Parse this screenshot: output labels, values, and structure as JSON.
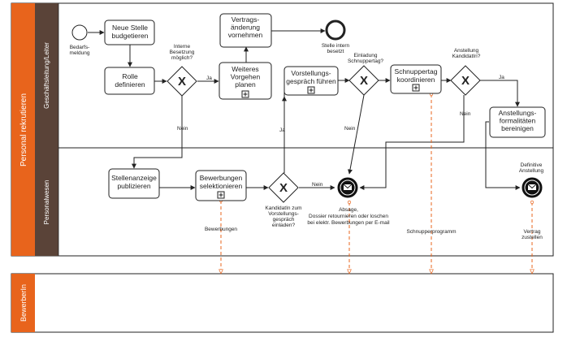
{
  "pool": {
    "title": "Personal rekrutieren",
    "lanes": [
      "Geschäftsleitung/Leiter",
      "Personalwesen"
    ]
  },
  "pool2": {
    "title": "BewerberIn"
  },
  "colors": {
    "pool_header": "#e8641c",
    "lane_header": "#5a4338",
    "stroke": "#222222",
    "message_flow": "#e8641c"
  },
  "nodes": {
    "start_label": [
      "Bedarfs-",
      "meldung"
    ],
    "t_neue_stelle": [
      "Neue Stelle",
      "budgetieren"
    ],
    "t_rolle": [
      "Rolle",
      "definieren"
    ],
    "gw1_label": [
      "Interne",
      "Besetzung",
      "möglich?"
    ],
    "t_weiteres": [
      "Weiteres",
      "Vorgehen",
      "planen"
    ],
    "t_vertrag": [
      "Vertrags-",
      "änderung",
      "vornehmen"
    ],
    "end_intern_label": [
      "Stelle intern",
      "besetzt"
    ],
    "t_vorstellung": [
      "Vorstellungs-",
      "gespräch führen"
    ],
    "gw2_label": [
      "Einladung",
      "Schnuppertag?"
    ],
    "t_schnuppertag": [
      "Schnuppertag",
      "koordinieren"
    ],
    "gw3_label": [
      "Anstellung",
      "KandidatIn?"
    ],
    "t_formalitaeten": [
      "Anstellungs-",
      "formalitäten",
      "bereinigen"
    ],
    "t_stellenanzeige": [
      "Stellenanzeige",
      "publizieren"
    ],
    "t_bewerbungen": [
      "Bewerbungen",
      "selektionieren"
    ],
    "gw4_label": [
      "KandidatIn zum",
      "Vorstellungs-",
      "gespräch",
      "einladen?"
    ],
    "end_absage_label": [
      "Absage,",
      "Dossier retournieren oder loschen",
      "bei elektr. Bewerbungen per E-mail"
    ],
    "end_definitiv_label": [
      "Definitive",
      "Anstellung"
    ]
  },
  "flow_labels": {
    "ja_gw1": "Ja",
    "nein_gw1": "Nein",
    "ja_gw4": "Ja",
    "nein_gw4": "Nein",
    "nein_gw2": "Nein",
    "ja_gw3": "Ja",
    "nein_gw3": "Nein"
  },
  "message_labels": {
    "bewerbungen": "Bewerbungen",
    "schnupperprogramm": "Schnupperprogramm",
    "vertrag": [
      "Vertrag",
      "zustellen"
    ]
  },
  "icons": {
    "gateway": "exclusive-gateway-x",
    "subprocess": "collapsed-subprocess-plus",
    "message_end": "message-end-event-envelope"
  }
}
